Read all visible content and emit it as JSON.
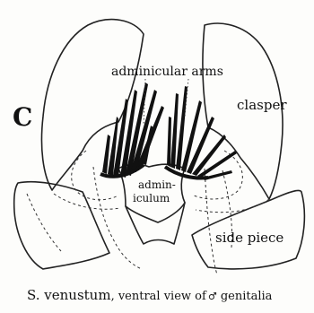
{
  "figure": {
    "panel_letter": "C",
    "labels": {
      "adminicular_arms": "adminicular arms",
      "clasper": "clasper",
      "adminiculum_line1": "admin-",
      "adminiculum_line2": "iculum",
      "side_piece": "side piece"
    },
    "caption": {
      "species": "S. venustum",
      "rest": ", ventral view of",
      "symbol": "♂",
      "tail": " genitalia"
    }
  }
}
